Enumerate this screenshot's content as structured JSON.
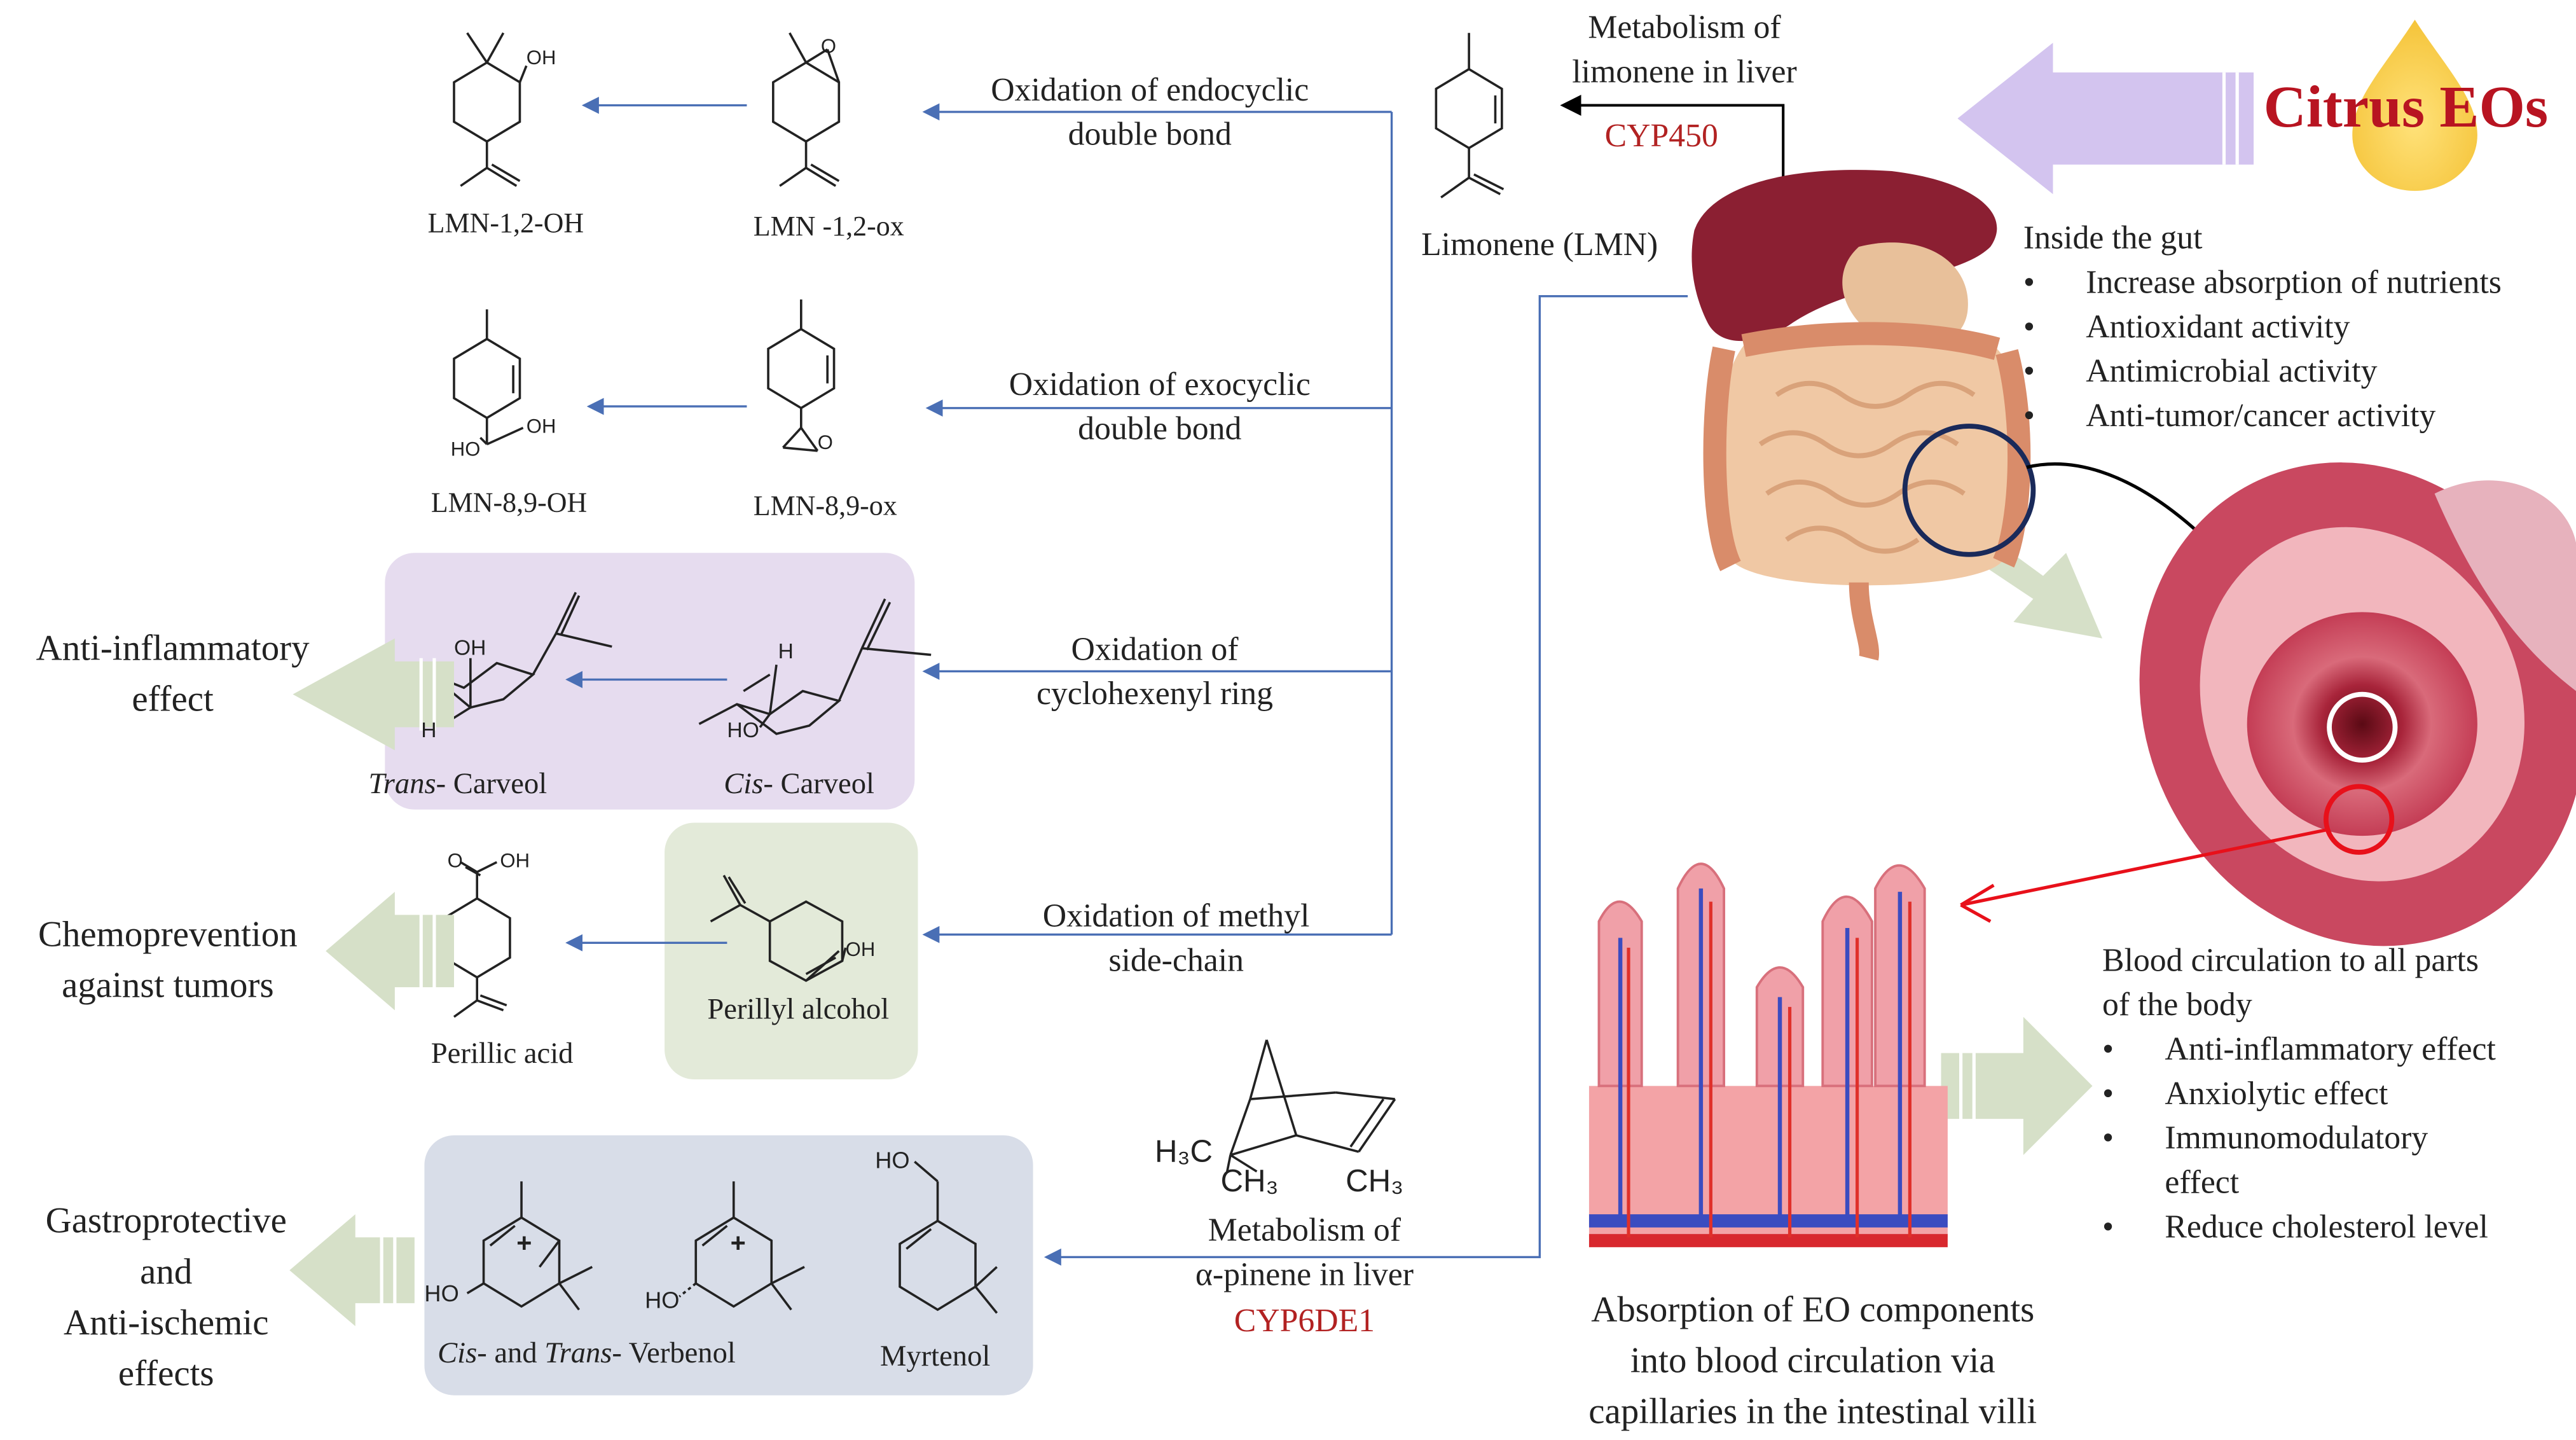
{
  "pathways": {
    "endocyclic": "Oxidation of endocyclic\ndouble bond",
    "exocyclic": "Oxidation of exocyclic\ndouble bond",
    "ring": "Oxidation of\ncyclohexenyl ring",
    "methyl": "Oxidation of methyl\nside-chain"
  },
  "compounds": {
    "lmn": "Limonene (LMN)",
    "lmn12oh": "LMN-1,2-OH",
    "lmn12ox": "LMN -1,2-ox",
    "lmn89oh": "LMN-8,9-OH",
    "lmn89ox": "LMN-8,9-ox",
    "trans_carveol_prefix": "Trans",
    "trans_carveol_suffix": "- Carveol",
    "cis_carveol_prefix": "Cis",
    "cis_carveol_suffix": "- Carveol",
    "perillyl_alcohol": "Perillyl alcohol",
    "perillic_acid": "Perillic acid",
    "verbenol_cis": "Cis",
    "verbenol_mid": "- and ",
    "verbenol_trans": "Trans",
    "verbenol_suffix": "- Verbenol",
    "myrtenol": "Myrtenol"
  },
  "atoms": {
    "oh": "OH",
    "ho": "HO",
    "o": "O",
    "h": "H",
    "plus": "+",
    "h3c": "H₃C",
    "ch3": "CH₃",
    "cooh_oh": "OH"
  },
  "liver": {
    "title": "Metabolism of\nlimonene in liver",
    "enzyme": "CYP450"
  },
  "pinene": {
    "title": "Metabolism of\nα-pinene in liver",
    "enzyme": "CYP6DE1"
  },
  "citrus": "Citrus EOs",
  "effects": {
    "anti_inflammatory": "Anti-inflammatory\neffect",
    "chemoprevention": "Chemoprevention\nagainst tumors",
    "gastro": "Gastroprotective\nand\nAnti-ischemic\neffects"
  },
  "gut": {
    "heading": "Inside the gut",
    "items": [
      "Increase absorption of nutrients",
      "Antioxidant activity",
      "Antimicrobial activity",
      "Anti-tumor/cancer activity"
    ]
  },
  "blood": {
    "heading": "Blood circulation to all parts\nof the body",
    "items": [
      "Anti-inflammatory effect",
      "Anxiolytic effect",
      "Immunomodulatory\neffect",
      "Reduce cholesterol level"
    ]
  },
  "absorption": "Absorption of EO components\ninto blood circulation via\ncapillaries in the intestinal villi",
  "colors": {
    "purple_box": "#e6dcef",
    "green_box": "#e3ead9",
    "blue_box": "#d8dde8",
    "arrow_green": "#d6e0c8",
    "arrow_purple": "#d3c4ef",
    "connector": "#4a6fb5",
    "enzyme_red": "#b22222"
  }
}
